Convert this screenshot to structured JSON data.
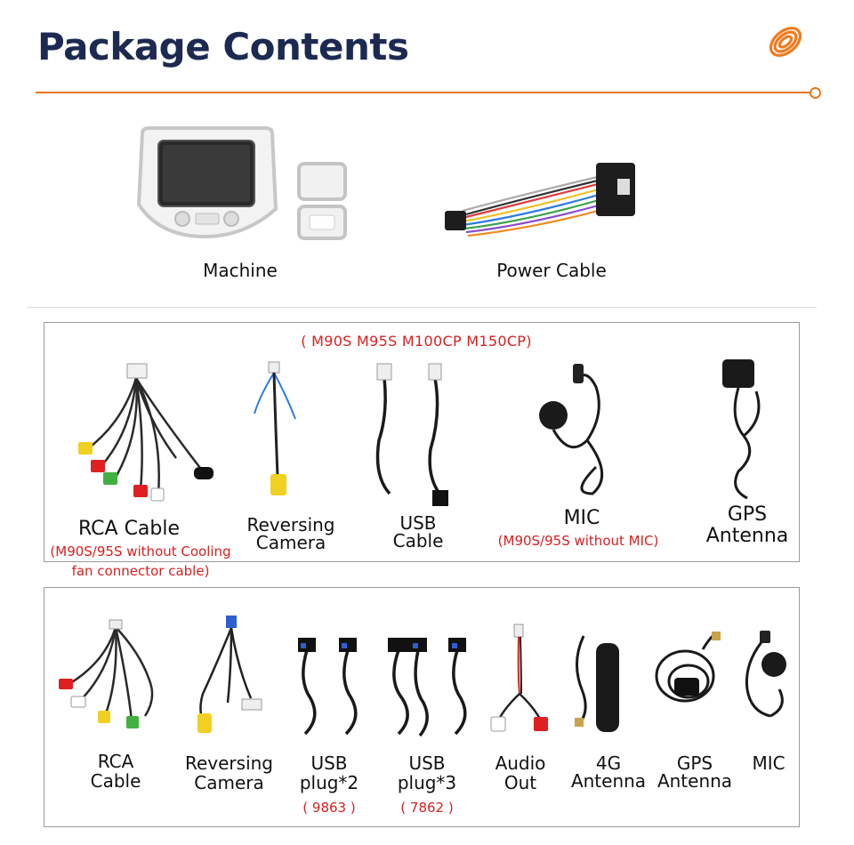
{
  "header": {
    "title": "Package Contents"
  },
  "top_items": [
    {
      "label": "Machine"
    },
    {
      "label": "Power Cable"
    }
  ],
  "panel1": {
    "models_note": "( M90S M95S M100CP M150CP)",
    "items": [
      {
        "label": "RCA Cable",
        "note_line1": "(M90S/95S without Cooling",
        "note_line2": "fan connector cable)"
      },
      {
        "label_line1": "Reversing",
        "label_line2": "Camera"
      },
      {
        "label_line1": "USB",
        "label_line2": "Cable"
      },
      {
        "label": "MIC",
        "note": "(M90S/95S without MIC)"
      },
      {
        "label_line1": "GPS",
        "label_line2": "Antenna"
      }
    ]
  },
  "panel2": {
    "items": [
      {
        "label_line1": "RCA",
        "label_line2": "Cable"
      },
      {
        "label_line1": "Reversing",
        "label_line2": "Camera"
      },
      {
        "label_line1": "USB",
        "label_line2": "plug*2",
        "code": "( 9863 )"
      },
      {
        "label_line1": "USB",
        "label_line2": "plug*3",
        "code": "( 7862 )"
      },
      {
        "label_line1": "Audio",
        "label_line2": "Out"
      },
      {
        "label_line1": "4G",
        "label_line2": "Antenna"
      },
      {
        "label_line1": "GPS",
        "label_line2": "Antenna"
      },
      {
        "label": "MIC"
      }
    ]
  },
  "colors": {
    "title": "#1c2a52",
    "accent": "#e87722",
    "note_red": "#d82020",
    "panel_border": "#9a9a9a"
  }
}
